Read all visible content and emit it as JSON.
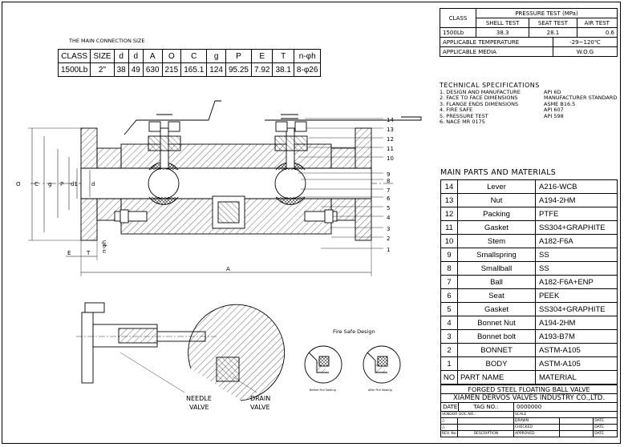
{
  "pressure_test": {
    "class_label": "CLASS",
    "title": "PRESSURE TEST (MPa)",
    "cols": [
      "SHELL TEST",
      "SEAT TEST",
      "AIR TEST"
    ],
    "class_value": "1500Lb",
    "values": [
      "38.3",
      "28.1",
      "0.6"
    ],
    "temp_label": "APPLICABLE TEMPERATURE",
    "temp_value": "-29~120℃",
    "media_label": "APPLICABLE MEDIA",
    "media_value": "W.O.G"
  },
  "connection": {
    "title": "THE MAIN CONNECTION SIZE",
    "headers": [
      "CLASS",
      "SIZE",
      "d",
      "d",
      "A",
      "O",
      "C",
      "g",
      "P",
      "E",
      "T",
      "n-φh"
    ],
    "values": [
      "1500Lb",
      "2\"",
      "38",
      "49",
      "630",
      "215",
      "165.1",
      "124",
      "95.25",
      "7.92",
      "38.1",
      "8-φ26"
    ]
  },
  "tech": {
    "title": "TECHNICAL SPECIFICATIONS",
    "items": [
      {
        "k": "1. DESIGN AND MANUFACTURE",
        "v": "API 6D"
      },
      {
        "k": "2. FACE TO FACE DIMENSIONS",
        "v": "MANUFACTURER STANDARD"
      },
      {
        "k": "3. FLANGE ENDS DIMENSIONS",
        "v": "ASME B16.5"
      },
      {
        "k": "4. FIRE SAFE",
        "v": "API 607"
      },
      {
        "k": "5. PRESSURE TEST",
        "v": "API 598"
      },
      {
        "k": "6. NACE MR 0175",
        "v": ""
      }
    ]
  },
  "parts": {
    "title": "MAIN PARTS AND MATERIALS",
    "rows": [
      {
        "no": "14",
        "name": "Lever",
        "mat": "A216-WCB"
      },
      {
        "no": "13",
        "name": "Nut",
        "mat": "A194-2HM"
      },
      {
        "no": "12",
        "name": "Packing",
        "mat": "PTFE"
      },
      {
        "no": "11",
        "name": "Gasket",
        "mat": "SS304+GRAPHITE"
      },
      {
        "no": "10",
        "name": "Stem",
        "mat": "A182-F6A"
      },
      {
        "no": "9",
        "name": "Smallspring",
        "mat": "SS"
      },
      {
        "no": "8",
        "name": "Smallball",
        "mat": "SS"
      },
      {
        "no": "7",
        "name": "Ball",
        "mat": "A182-F6A+ENP"
      },
      {
        "no": "6",
        "name": "Seat",
        "mat": "PEEK"
      },
      {
        "no": "5",
        "name": "Gasket",
        "mat": "SS304+GRAPHITE"
      },
      {
        "no": "4",
        "name": "Bonnet Nut",
        "mat": "A194-2HM"
      },
      {
        "no": "3",
        "name": "Bonnet bolt",
        "mat": "A193-B7M"
      },
      {
        "no": "2",
        "name": "BONNET",
        "mat": "ASTM-A105"
      },
      {
        "no": "1",
        "name": "BODY",
        "mat": "ASTM-A105"
      }
    ],
    "footer": {
      "no": "NO",
      "name": "PART NAME",
      "mat": "MATERIAL"
    }
  },
  "title_block": {
    "product": "FORGED STEEL FLOATING BALL VALVE",
    "company": "XIAMEN DERVOS VALVES INDUSTRY CO.,LTD.",
    "date_label": "DATE",
    "tag_label": "TAG NO.:",
    "tag_value": "0000000",
    "vendor_label": "VENDOR DOC.NO.:",
    "scale_label": "SCALE",
    "drawn_label": "DRAWN",
    "checked_label": "CHECKED",
    "approved_label": "APPROVED",
    "date_col": "DATE",
    "rev_label": "REV. No.",
    "desc_label": "DESCRIPTION"
  },
  "drawing": {
    "callouts": [
      "14",
      "13",
      "12",
      "11",
      "10",
      "9",
      "8",
      "7",
      "6",
      "5",
      "4",
      "3",
      "2",
      "1"
    ],
    "dim_left": [
      "O",
      "C",
      "g",
      "P",
      "d1",
      "d"
    ],
    "dim_bottom": [
      "E",
      "T",
      "n-φh",
      "A"
    ],
    "needle_label": "NEEDLE VALVE",
    "drain_label": "DRAIN VALVE",
    "fire_title": "Fire Safe Design",
    "before_label": "Before Fire Sealing",
    "after_label": "After Fire Sealing"
  }
}
